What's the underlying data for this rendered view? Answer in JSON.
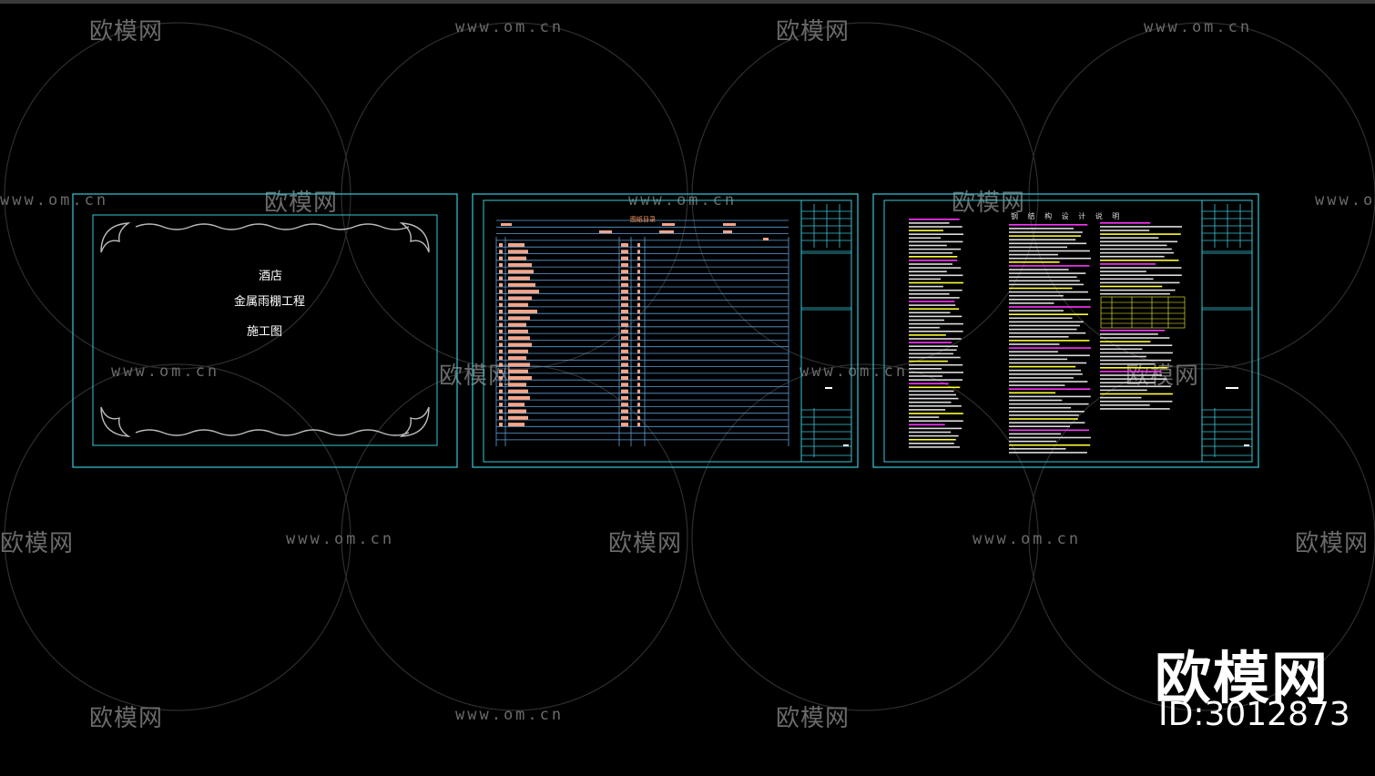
{
  "watermark": {
    "brand": "欧模网",
    "url": "www.om.cn",
    "brand_short": "欧模网",
    "id_label": "ID:3012873"
  },
  "cover": {
    "line1": "酒店",
    "line2": "金属雨棚工程",
    "line3": "施工图"
  },
  "index_sheet": {
    "title": "图纸目录"
  },
  "notes_sheet": {
    "title": "钢 结 构 设 计 说 明"
  },
  "colors": {
    "background": "#000000",
    "frame": "#38c7d8",
    "salmon": "#f4a58a",
    "yellow": "#ffff33",
    "magenta": "#ff33ff",
    "watermark": "#6a6a6a"
  }
}
